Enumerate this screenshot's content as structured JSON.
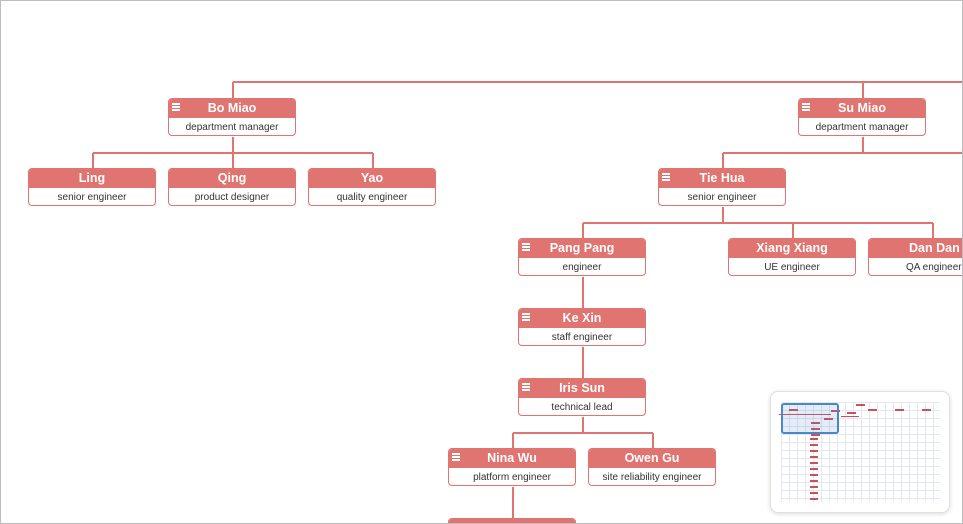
{
  "org_chart": {
    "nodes": [
      {
        "id": "bo-miao",
        "name": "Bo Miao",
        "title": "department manager",
        "has_menu": true
      },
      {
        "id": "su-miao",
        "name": "Su Miao",
        "title": "department manager",
        "has_menu": true
      },
      {
        "id": "ling",
        "name": "Ling",
        "title": "senior engineer",
        "has_menu": false
      },
      {
        "id": "qing",
        "name": "Qing",
        "title": "product designer",
        "has_menu": false
      },
      {
        "id": "yao",
        "name": "Yao",
        "title": "quality engineer",
        "has_menu": false
      },
      {
        "id": "tie-hua",
        "name": "Tie Hua",
        "title": "senior engineer",
        "has_menu": true
      },
      {
        "id": "pang-pang",
        "name": "Pang Pang",
        "title": "engineer",
        "has_menu": true
      },
      {
        "id": "xiang-xiang",
        "name": "Xiang Xiang",
        "title": "UE engineer",
        "has_menu": false
      },
      {
        "id": "dan-dan",
        "name": "Dan Dan",
        "title": "QA engineer",
        "has_menu": false
      },
      {
        "id": "ke-xin",
        "name": "Ke Xin",
        "title": "staff engineer",
        "has_menu": true
      },
      {
        "id": "iris-sun",
        "name": "Iris Sun",
        "title": "technical lead",
        "has_menu": true
      },
      {
        "id": "nina-wu",
        "name": "Nina Wu",
        "title": "platform engineer",
        "has_menu": true
      },
      {
        "id": "owen-gu",
        "name": "Owen Gu",
        "title": "site reliability engineer",
        "has_menu": false
      }
    ],
    "edges": [
      [
        "bo-miao",
        "ling"
      ],
      [
        "bo-miao",
        "qing"
      ],
      [
        "bo-miao",
        "yao"
      ],
      [
        "su-miao",
        "tie-hua"
      ],
      [
        "tie-hua",
        "pang-pang"
      ],
      [
        "tie-hua",
        "xiang-xiang"
      ],
      [
        "tie-hua",
        "dan-dan"
      ],
      [
        "pang-pang",
        "ke-xin"
      ],
      [
        "ke-xin",
        "iris-sun"
      ],
      [
        "iris-sun",
        "nina-wu"
      ],
      [
        "iris-sun",
        "owen-gu"
      ]
    ]
  },
  "colors": {
    "node_accent": "#e07470",
    "minimap_viewport": "#4a86c8"
  },
  "icons": {
    "node_menu": "hamburger-menu-icon"
  }
}
